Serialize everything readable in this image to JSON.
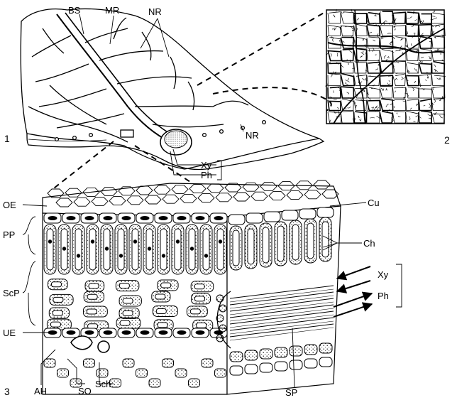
{
  "figure_numbers": {
    "one": "1",
    "two": "2",
    "three": "3"
  },
  "labels": {
    "bs": "BS",
    "mr": "MR",
    "nr_top": "NR",
    "nr_bottom": "NR",
    "xy_leaf": "Xy",
    "ph_leaf": "Ph",
    "oe": "OE",
    "pp": "PP",
    "scp": "ScP",
    "ue": "UE",
    "ah": "AH",
    "so": "SO",
    "sch": "Sch",
    "sp": "SP",
    "cu": "Cu",
    "ch": "Ch",
    "xy_block": "Xy",
    "ph_block": "Ph"
  }
}
